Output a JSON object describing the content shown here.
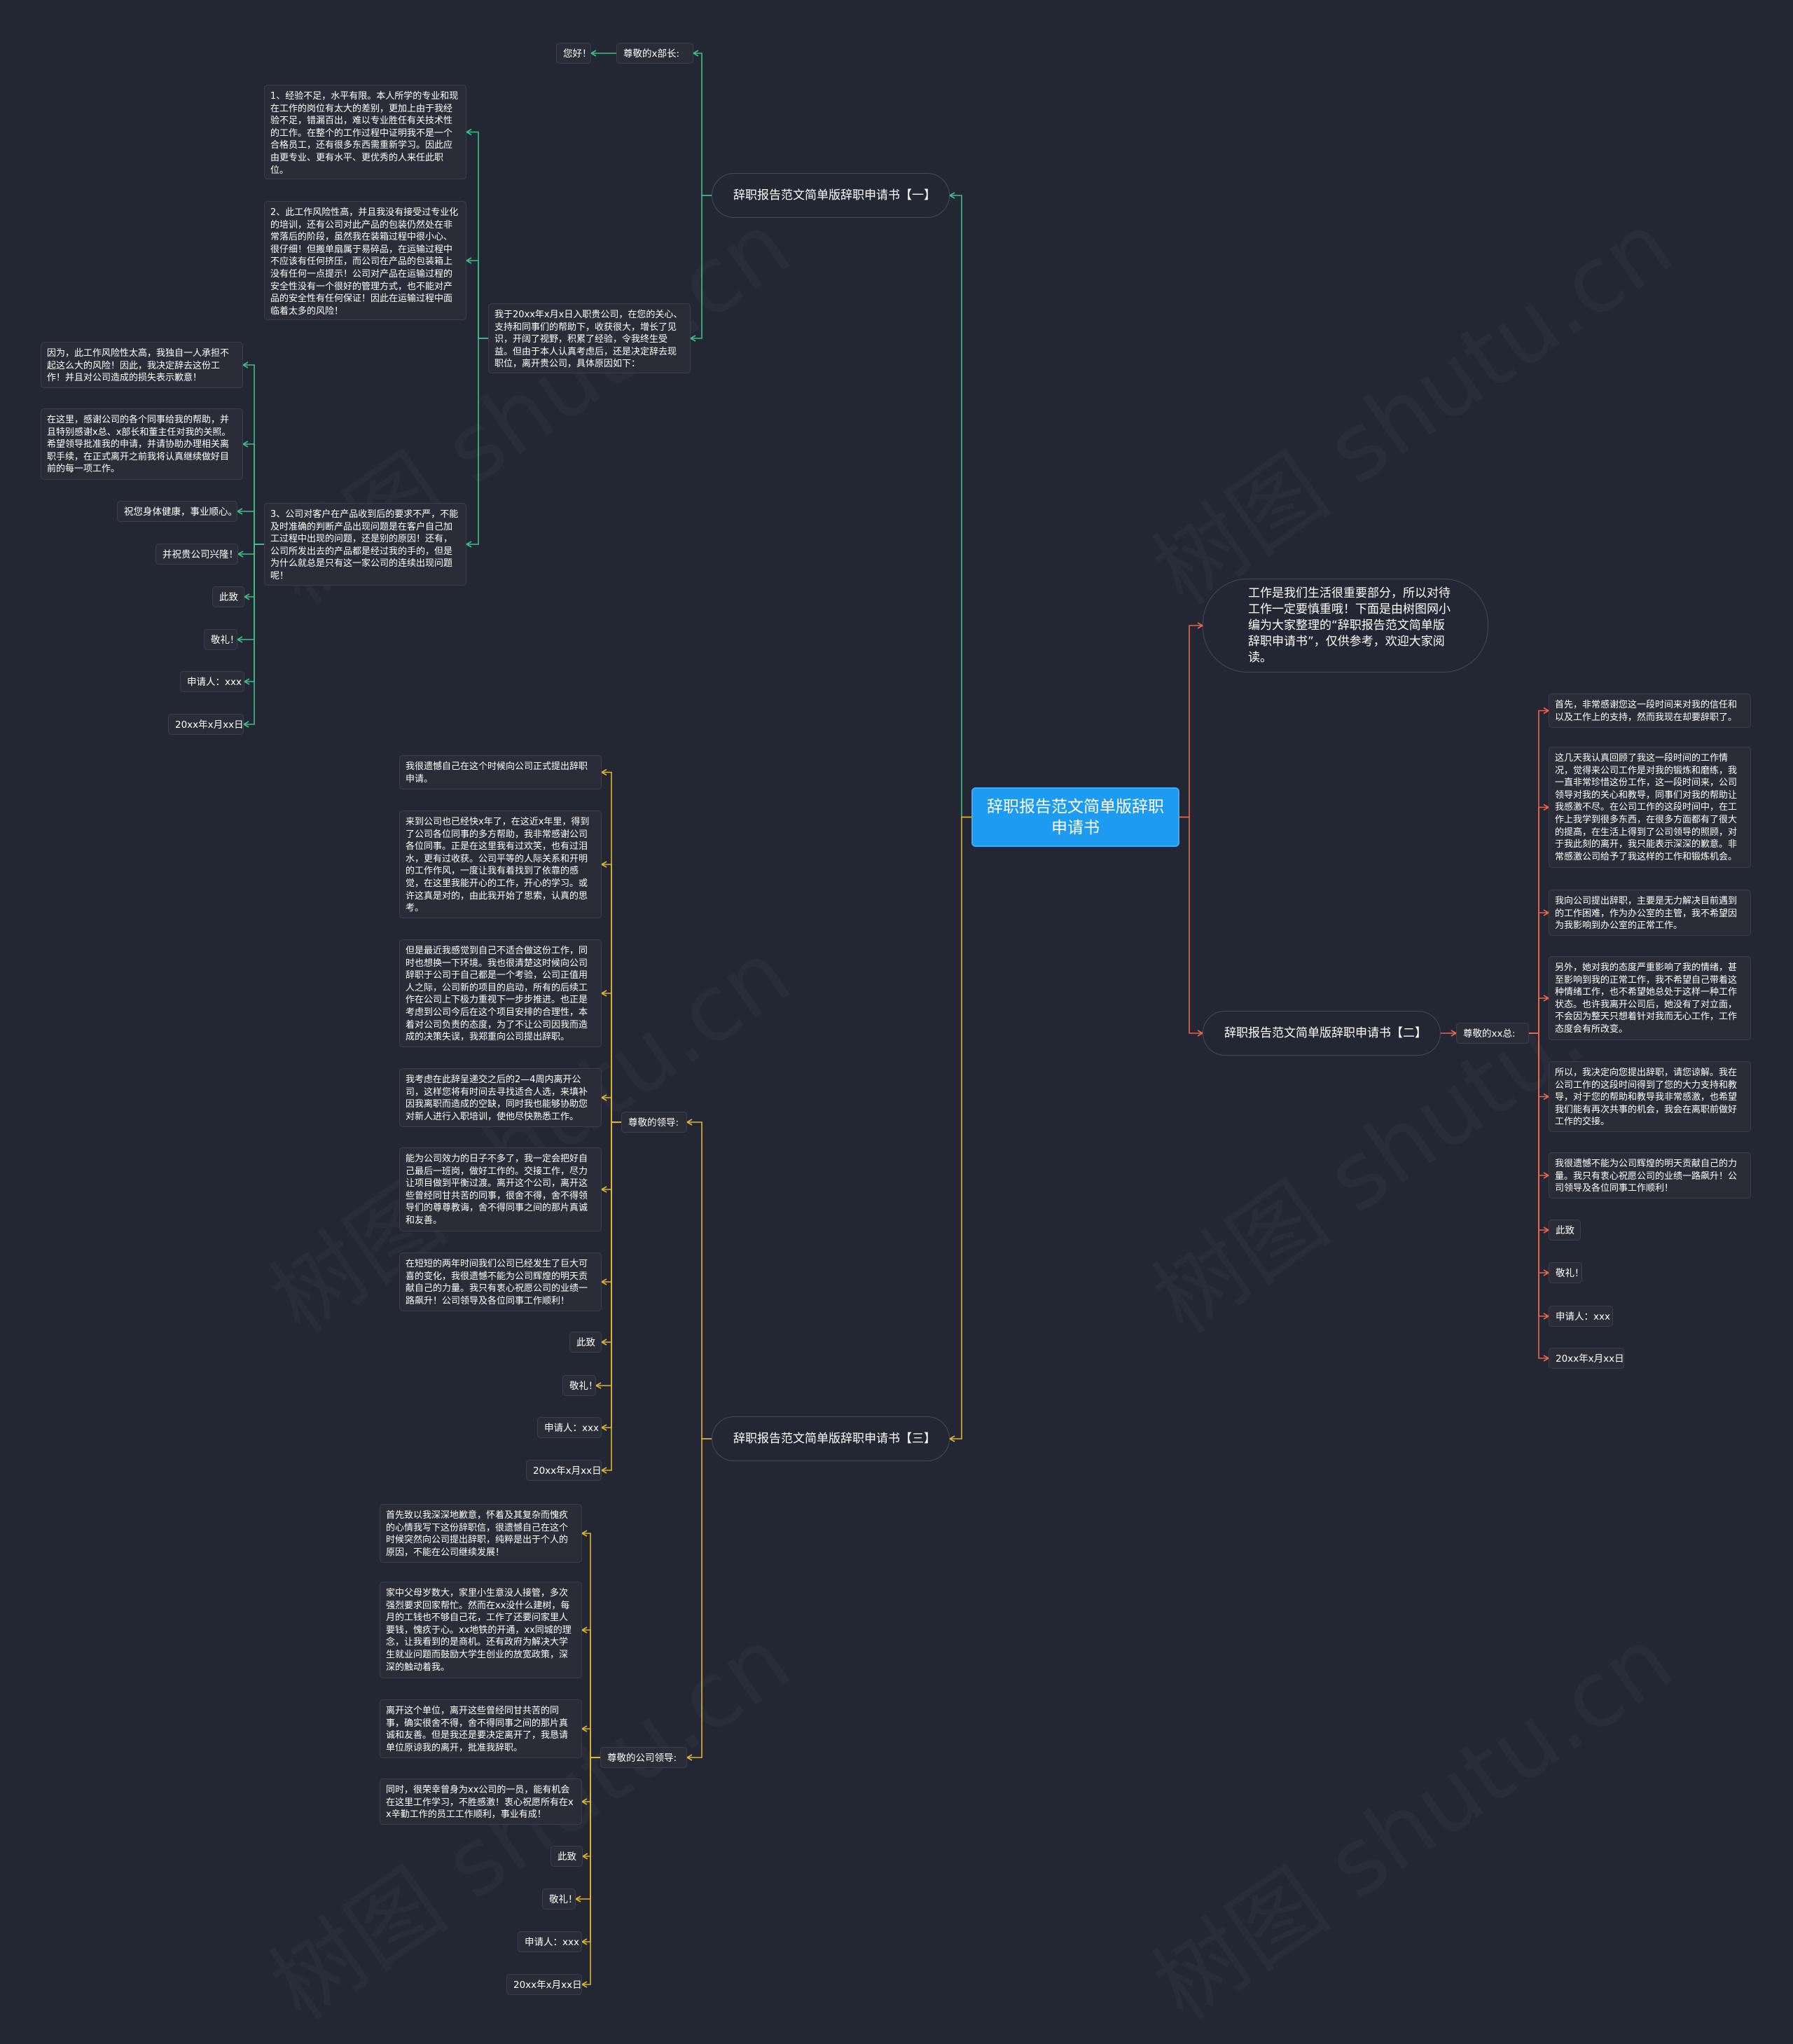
{
  "root": {
    "title": "辞职报告范文简单版辞职申请书"
  },
  "intro": {
    "text": "工作是我们生活很重要部分，所以对待工作一定要慎重哦！下面是由树图网小编为大家整理的“辞职报告范文简单版辞职申请书”，仅供参考，欢迎大家阅读。"
  },
  "watermark": {
    "text": "树图 shutu.cn"
  },
  "branch1": {
    "title": "辞职报告范文简单版辞职申请书【一】",
    "greeting": "尊敬的x部长:",
    "hello": "您好！",
    "opening": "我于20xx年x月x日入职贵公司，在您的关心、支持和同事们的帮助下，收获很大，增长了见识，开阔了视野，积累了经验，令我终生受益。但由于本人认真考虑后，还是决定辞去现职位，离开贵公司，具体原因如下：",
    "reason1": "1、经验不足，水平有限。本人所学的专业和现在工作的岗位有太大的差别，更加上由于我经验不足，错漏百出，难以专业胜任有关技术性的工作。在整个的工作过程中证明我不是一个合格员工，还有很多东西需重新学习。因此应由更专业、更有水平、更优秀的人来任此职位。",
    "reason2": "2、此工作风险性高，并且我没有接受过专业化的培训，还有公司对此产品的包装仍然处在非常落后的阶段，虽然我在装箱过程中很小心、很仔细！但搬单扇属于易碎品，在运输过程中不应该有任何挤压，而公司在产品的包装箱上没有任何一点提示！公司对产品在运输过程的安全性没有一个很好的管理方式，也不能对产品的安全性有任何保证！因此在运输过程中面临着太多的风险！",
    "reason3": "3、公司对客户在产品收到后的要求不严，不能及时准确的判断产品出现问题是在客户自己加工过程中出现的问题，还是别的原因！还有，公司所发出去的产品都是经过我的手的，但是为什么就总是只有这一家公司的连续出现问题呢！",
    "sub1": "因为，此工作风险性太高，我独自一人承担不起这么大的风险！因此，我决定辞去这份工作！并且对公司造成的损失表示歉意！",
    "sub2": "在这里，感谢公司的各个同事给我的帮助，并且特别感谢x总、x部长和董主任对我的关照。希望领导批准我的申请，并请协助办理相关离职手续，在正式离开之前我将认真继续做好目前的每一项工作。",
    "sub3": "祝您身体健康，事业顺心。",
    "sub4": "并祝贵公司兴隆！",
    "sub5": "此致",
    "sub6": "敬礼！",
    "sub7": "申请人：xxx",
    "sub8": "20xx年x月xx日"
  },
  "branch2": {
    "title": "辞职报告范文简单版辞职申请书【二】",
    "greeting": "尊敬的xx总:",
    "p1": "首先，非常感谢您这一段时间来对我的信任和以及工作上的支持，然而我现在却要辞职了。",
    "p2": "这几天我认真回顾了我这一段时间的工作情况，觉得来公司工作是对我的锻炼和磨练，我一直非常珍惜这份工作，这一段时间来，公司领导对我的关心和教导，同事们对我的帮助让我感激不尽。在公司工作的这段时间中，在工作上我学到很多东西，在很多方面都有了很大的提高，在生活上得到了公司领导的照顾，对于我此刻的离开，我只能表示深深的歉意。非常感激公司给予了我这样的工作和锻炼机会。",
    "p3": "我向公司提出辞职，主要是无力解决目前遇到的工作困难，作为办公室的主管，我不希望因为我影响到办公室的正常工作。",
    "p4": "另外，她对我的态度严重影响了我的情绪，甚至影响到我的正常工作，我不希望自己带着这种情绪工作，也不希望她总处于这样一种工作状态。也许我离开公司后，她没有了对立面，不会因为整天只想着针对我而无心工作，工作态度会有所改变。",
    "p5": "所以，我决定向您提出辞职，请您谅解。我在公司工作的这段时间得到了您的大力支持和教导，对于您的帮助和教导我非常感激，也希望我们能有再次共事的机会，我会在离职前做好工作的交接。",
    "p6": "我很遗憾不能为公司辉煌的明天贡献自己的力量。我只有衷心祝愿公司的业绩一路飙升！公司领导及各位同事工作顺利！",
    "p7": "此致",
    "p8": "敬礼！",
    "p9": "申请人：xxx",
    "p10": "20xx年x月xx日"
  },
  "branch3": {
    "title": "辞职报告范文简单版辞职申请书【三】",
    "greeting1": "尊敬的领导:",
    "a1": "我很遗憾自己在这个时候向公司正式提出辞职申请。",
    "a2": "来到公司也已经快x年了，在这近x年里，得到了公司各位同事的多方帮助，我非常感谢公司各位同事。正是在这里我有过欢笑，也有过泪水，更有过收获。公司平等的人际关系和开明的工作作风，一度让我有着找到了依靠的感觉，在这里我能开心的工作，开心的学习。或许这真是对的，由此我开始了思索，认真的思考。",
    "a3": "但是最近我感觉到自己不适合做这份工作，同时也想换一下环境。我也很清楚这时候向公司辞职于公司于自己都是一个考验，公司正值用人之际，公司新的项目的启动，所有的后续工作在公司上下极力重视下一步步推进。也正是考虑到公司今后在这个项目安排的合理性，本着对公司负责的态度，为了不让公司因我而造成的决策失误，我郑重向公司提出辞职。",
    "a4": "我考虑在此辞呈递交之后的2—4周内离开公司，这样您将有时间去寻找适合人选，来填补因我离职而造成的空缺，同时我也能够协助您对新人进行入职培训，使他尽快熟悉工作。",
    "a5": "能为公司效力的日子不多了，我一定会把好自己最后一班岗，做好工作的。交接工作，尽力让项目做到平衡过渡。离开这个公司，离开这些曾经同甘共苦的同事，很舍不得，舍不得领导们的尊尊教诲，舍不得同事之间的那片真诚和友善。",
    "a6": "在短短的两年时间我们公司已经发生了巨大可喜的变化，我很遗憾不能为公司辉煌的明天贡献自己的力量。我只有衷心祝愿公司的业绩一路飙升！公司领导及各位同事工作顺利！",
    "a7": "此致",
    "a8": "敬礼！",
    "a9": "申请人：xxx",
    "a10": "20xx年x月xx日",
    "greeting2": "尊敬的公司领导:",
    "b1": "首先致以我深深地歉意，怀着及其复杂而愧疚的心情我写下这份辞职信，很遗憾自己在这个时候突然向公司提出辞职，纯粹是出于个人的原因，不能在公司继续发展！",
    "b2": "家中父母岁数大，家里小生意没人接管，多次强烈要求回家帮忙。然而在xx没什么建树，每月的工钱也不够自己花，工作了还要问家里人要钱，愧疚于心。xx地铁的开通，xx同城的理念，让我看到的是商机。还有政府为解决大学生就业问题而鼓励大学生创业的放宽政策，深深的触动着我。",
    "b3": "离开这个单位，离开这些曾经同甘共苦的同事，确实很舍不得，舍不得同事之间的那片真诚和友善。但是我还是要决定离开了，我恳请单位原谅我的离开，批准我辞职。",
    "b4": "同时，很荣幸曾身为xx公司的一员，能有机会在这里工作学习，不胜感激！衷心祝愿所有在xx辛勤工作的员工工作顺利，事业有成！",
    "b5": "此致",
    "b6": "敬礼！",
    "b7": "申请人：xxx",
    "b8": "20xx年x月xx日"
  },
  "colors": {
    "background": "#232734",
    "root": "#1d9bf0",
    "link_branch1": "#3fbf86",
    "link_branch2": "#e8674e",
    "link_branch3": "#e0b52b"
  }
}
